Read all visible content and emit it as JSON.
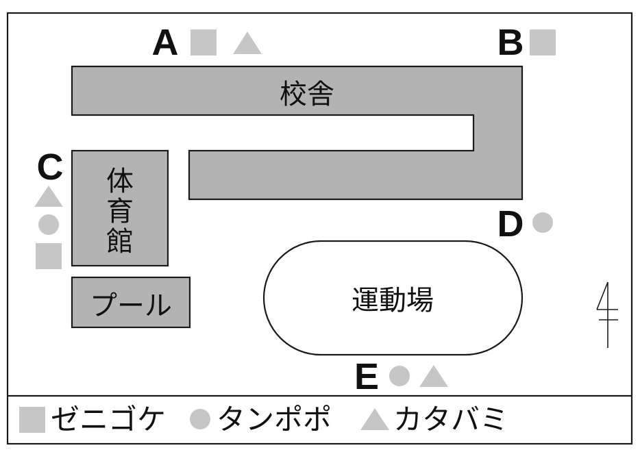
{
  "colors": {
    "building_fill": "#b3b3b3",
    "marker": "#c6c6c6"
  },
  "buildings": {
    "school": "校舎",
    "gym": "体育館",
    "pool": "プール",
    "field": "運動場"
  },
  "locations": [
    {
      "label": "A",
      "markers": [
        "square-icon",
        "triangle-icon"
      ]
    },
    {
      "label": "B",
      "markers": [
        "square-icon"
      ]
    },
    {
      "label": "C",
      "markers": [
        "triangle-icon",
        "circle-icon",
        "square-icon"
      ]
    },
    {
      "label": "D",
      "markers": [
        "circle-icon"
      ]
    },
    {
      "label": "E",
      "markers": [
        "circle-icon",
        "triangle-icon"
      ]
    }
  ],
  "legend": [
    {
      "icon": "square-icon",
      "label": "ゼニゴケ"
    },
    {
      "icon": "circle-icon",
      "label": "タンポポ"
    },
    {
      "icon": "triangle-icon",
      "label": "カタバミ"
    }
  ],
  "compass": {
    "icon": "north-arrow-icon"
  }
}
